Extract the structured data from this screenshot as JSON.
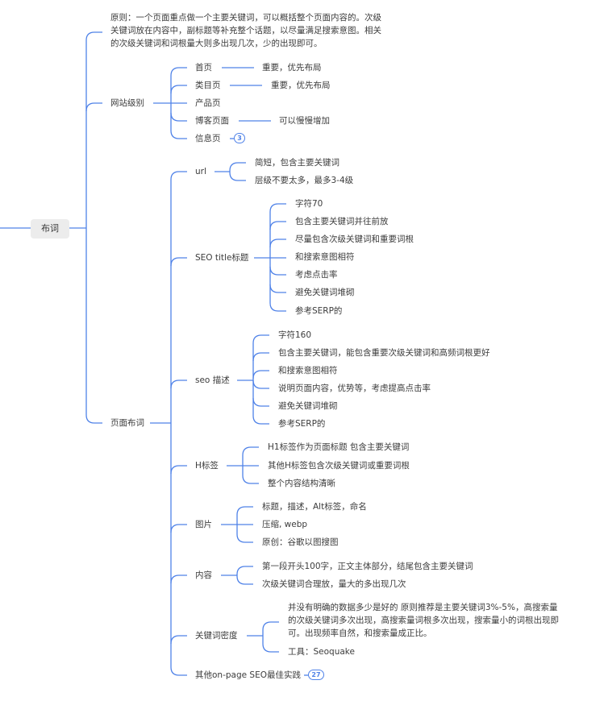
{
  "root": "布词",
  "principle": "原则：一个页面重点做一个主要关键词，可以概括整个页面内容的。次级关键词放在内容中，副标题等补充整个话题，以尽量满足搜索意图。相关的次级关键词和词根量大则多出现几次，少的出现即可。",
  "site_level": {
    "label": "网站级别",
    "items": [
      {
        "label": "首页",
        "note": "重要，优先布局"
      },
      {
        "label": "类目页",
        "note": "重要，优先布局"
      },
      {
        "label": "产品页"
      },
      {
        "label": "博客页面",
        "note": "可以慢慢增加"
      },
      {
        "label": "信息页",
        "badge": "3"
      }
    ]
  },
  "page_level": {
    "label": "页面布词",
    "url": {
      "label": "url",
      "items": [
        "简短，包含主要关键词",
        "层级不要太多，最多3-4级"
      ]
    },
    "title": {
      "label": "SEO title标题",
      "items": [
        "字符70",
        "包含主要关键词并往前放",
        "尽量包含次级关键词和重要词根",
        "和搜索意图相符",
        "考虑点击率",
        "避免关键词堆砌",
        "参考SERP的"
      ]
    },
    "desc": {
      "label": "seo 描述",
      "items": [
        "字符160",
        "包含主要关键词，能包含重要次级关键词和高频词根更好",
        "和搜索意图相符",
        "说明页面内容，优势等，考虑提高点击率",
        "避免关键词堆砌",
        "参考SERP的"
      ]
    },
    "h": {
      "label": "H标签",
      "items": [
        "H1标签作为页面标题 包含主要关键词",
        "其他H标签包含次级关键词或重要词根",
        "整个内容结构清晰"
      ]
    },
    "img": {
      "label": "图片",
      "items": [
        "标题，描述，Alt标签，命名",
        "压缩, webp",
        "原创：谷歌以图搜图"
      ]
    },
    "content": {
      "label": "内容",
      "items": [
        "第一段开头100字，正文主体部分，结尾包含主要关键词",
        "次级关键词合理放，量大的多出现几次"
      ]
    },
    "density": {
      "label": "关键词密度",
      "items": [
        "并没有明确的数据多少是好的 原则推荐是主要关键词3%-5%，高搜索量的次级关键词多次出现，高搜索量词根多次出现，搜索量小的词根出现即可。出现频率自然，和搜索量成正比。",
        "工具：Seoquake"
      ]
    },
    "other": {
      "label": "其他on-page SEO最佳实践",
      "badge": "27"
    }
  },
  "colors": {
    "line": "#4f82e8"
  }
}
